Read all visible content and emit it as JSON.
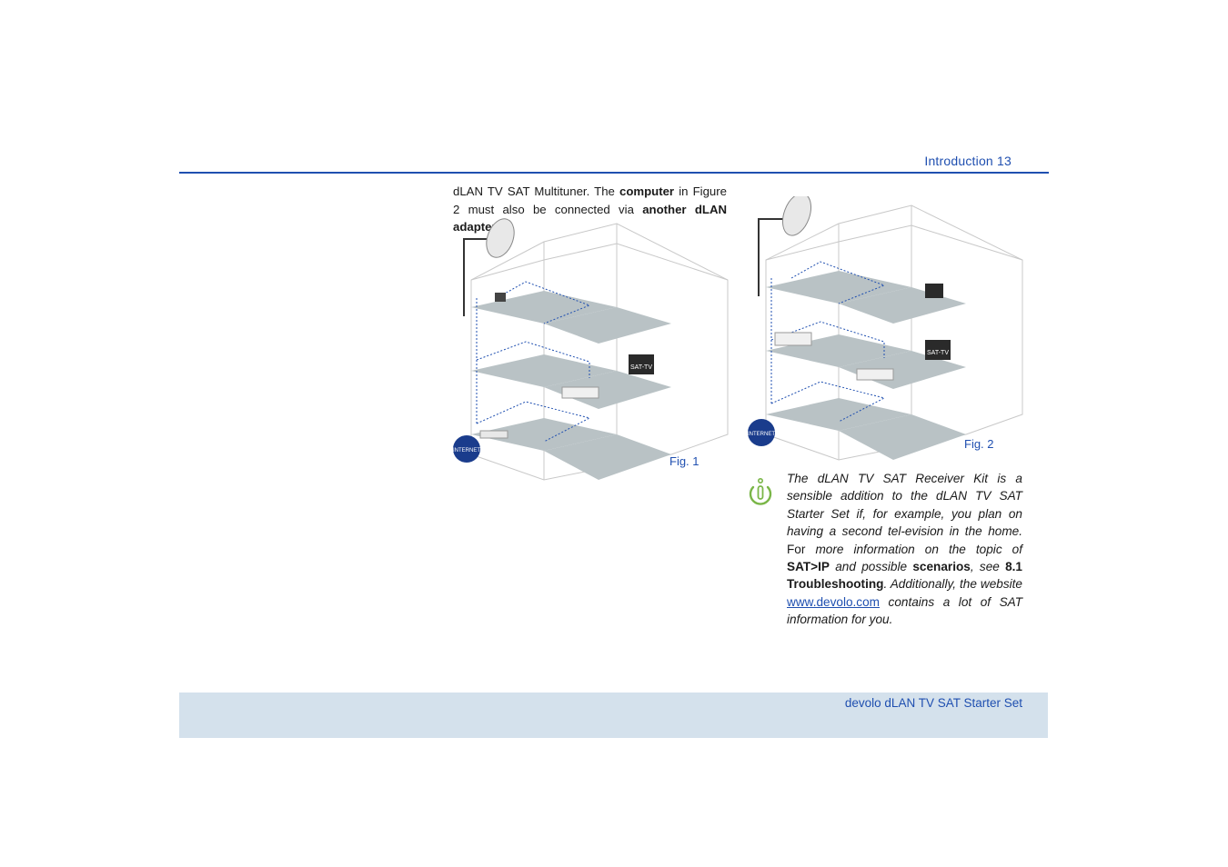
{
  "header": {
    "section": "Introduction",
    "page_number": "13"
  },
  "body": {
    "t1": "dLAN TV SAT Multituner. The ",
    "b1": "computer",
    "t2": " in Figure 2 must also be connected via ",
    "b2": "another dLAN adapter",
    "t3": "."
  },
  "figures": {
    "fig1": {
      "caption": "Fig. 1",
      "tv_label": "SAT-TV",
      "globe_label": "INTERNET"
    },
    "fig2": {
      "caption": "Fig. 2",
      "tv_label": "SAT-TV",
      "globe_label": "INTERNET"
    }
  },
  "note": {
    "icon": "info-icon",
    "t1": "The dLAN TV SAT Receiver Kit is a sensible addition to the dLAN TV SAT Starter Set if, for example, you plan on having a second tel-evision in the home.",
    "t2": " For ",
    "t3": "more information on the topic of ",
    "b1": "SAT>IP",
    "t4": " and possible ",
    "b2": "scenarios",
    "t5": ", see ",
    "b3": "8.1 Troubleshooting",
    "t6": ". Additionally, the website ",
    "link": "www.devolo.com",
    "t7": " contains a lot of SAT information for you."
  },
  "footer": {
    "title": "devolo dLAN TV SAT Starter Set"
  },
  "colors": {
    "accent": "#1f4fb0",
    "footer_bg": "#d4e1ec",
    "floor": "#b9c2c5",
    "icon_green": "#7ab648"
  }
}
